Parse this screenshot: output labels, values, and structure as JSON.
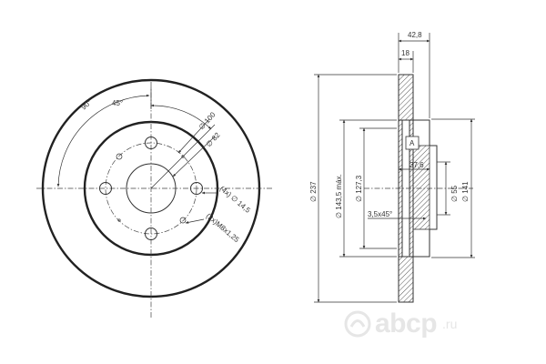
{
  "front_view": {
    "angle_90": "90°",
    "angle_45": "45°",
    "pcd": "∅ 100",
    "center_bore": "∅ 82",
    "bolt_holes": "(4x) ∅ 14,5",
    "threaded_holes": "(2x)M8x1,25"
  },
  "side_view": {
    "total_height": "42,8",
    "disc_thickness": "18",
    "outer_diameter": "∅ 237",
    "friction_diameter": "∅ 143,5 máx.",
    "hub_diameter": "∅ 127,3",
    "hat_depth": "37,6",
    "chamfer": "3,5x45°",
    "bore_diameter": "∅ 55",
    "flange_diameter": "∅ 141",
    "datum": "A"
  },
  "watermark": {
    "brand": "abcp",
    "domain": ".ru"
  }
}
